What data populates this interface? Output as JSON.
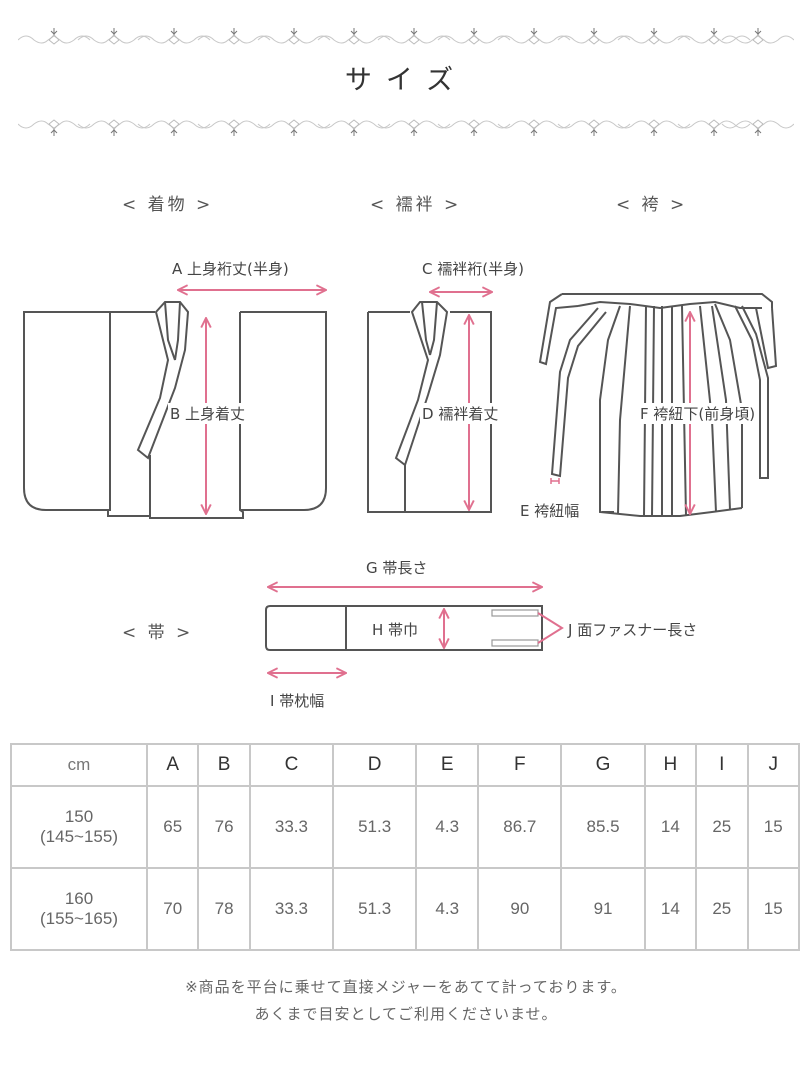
{
  "header": {
    "title": "サイズ"
  },
  "sections": {
    "kimono": "< 着物 >",
    "juban": "< 襦袢 >",
    "hakama": "< 袴 >",
    "obi": "< 帯 >"
  },
  "measurements": {
    "A": "A 上身裄丈(半身)",
    "B": "B 上身着丈",
    "C": "C 襦袢裄(半身)",
    "D": "D 襦袢着丈",
    "E": "E 袴紐幅",
    "F": "F 袴紐下(前身頃)",
    "G": "G 帯長さ",
    "H": "H 帯巾",
    "I": "I 帯枕幅",
    "J": "J 面ファスナー長さ"
  },
  "colors": {
    "accent_pink": "#e0708f",
    "line": "#555555",
    "table_border": "#c8c8c8"
  },
  "table": {
    "unit": "cm",
    "columns": [
      "A",
      "B",
      "C",
      "D",
      "E",
      "F",
      "G",
      "H",
      "I",
      "J"
    ],
    "rows": [
      {
        "size": "150",
        "range": "(145~155)",
        "values": [
          "65",
          "76",
          "33.3",
          "51.3",
          "4.3",
          "86.7",
          "85.5",
          "14",
          "25",
          "15"
        ]
      },
      {
        "size": "160",
        "range": "(155~165)",
        "values": [
          "70",
          "78",
          "33.3",
          "51.3",
          "4.3",
          "90",
          "91",
          "14",
          "25",
          "15"
        ]
      }
    ]
  },
  "notes": {
    "line1": "※商品を平台に乗せて直接メジャーをあてて計っております。",
    "line2": "あくまで目安としてご利用くださいませ。"
  }
}
